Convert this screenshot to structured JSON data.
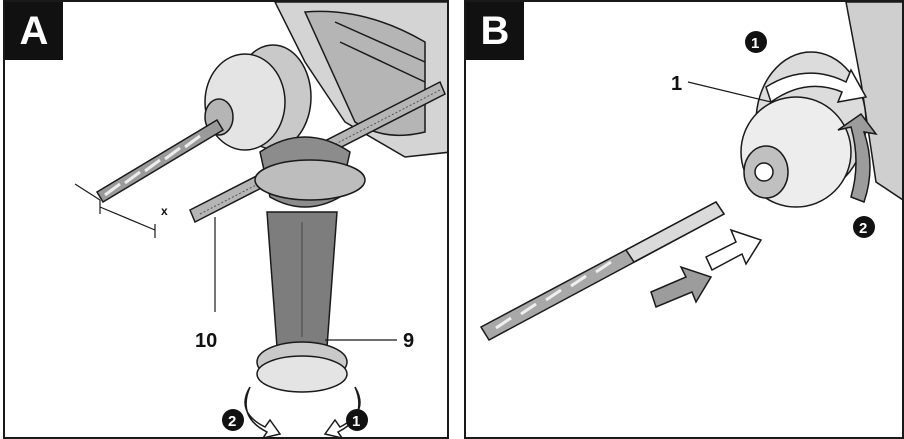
{
  "panels": [
    {
      "id": "A",
      "label": "A",
      "callouts": {
        "depth_rod": "10",
        "handle": "9",
        "dimension": "x"
      },
      "steps": {
        "left": "2",
        "right": "1"
      }
    },
    {
      "id": "B",
      "label": "B",
      "callouts": {
        "chuck_sleeve": "1"
      },
      "steps": {
        "top": "1",
        "bottom": "2"
      }
    }
  ],
  "colors": {
    "line": "#1a1a1a",
    "metal_light": "#e4e4e4",
    "metal_mid": "#b5b5b5",
    "metal_dark": "#6a6a6a",
    "handle": "#7d7d7d",
    "arrow_gray": "#9c9c9c",
    "label_bg": "#111111"
  },
  "icons": {
    "steps": "filled-circle-number",
    "rotation": "curved-arrow",
    "insert_remove": "double-arrow"
  }
}
